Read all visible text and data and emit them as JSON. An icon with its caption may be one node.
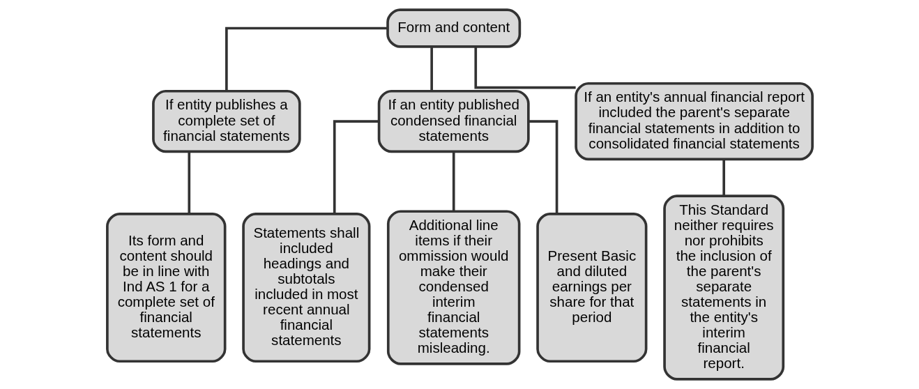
{
  "diagram": {
    "nodes": [
      {
        "text": [
          "Form and content"
        ]
      },
      {
        "text": [
          "If entity publishes a complete set of financial statements"
        ]
      },
      {
        "text": [
          "If an entity published condensed financial statements"
        ]
      },
      {
        "text": [
          "If an entity's annual financial report included the parent's separate financial statements in addition to consolidated financial statements"
        ]
      },
      {
        "text": [
          "Its form and content should be in line with Ind AS 1 for a complete set of financial statements"
        ]
      },
      {
        "text": [
          "Statements shall included headings and subtotals included in most recent annual financial statements"
        ]
      },
      {
        "text": [
          "Additional line items if their ommission would make their condensed interim financial statements misleading."
        ]
      },
      {
        "text": [
          "Present Basic and diluted earnings per share for that period"
        ]
      },
      {
        "text": [
          "This Standard neither requires nor prohibits the inclusion of the parent's separate statements in the entity's interim financial report."
        ]
      }
    ],
    "edges": [
      {
        "from": 0,
        "to": 1,
        "arrow": "none"
      },
      {
        "from": 0,
        "to": 2,
        "arrow": "none"
      },
      {
        "from": 0,
        "to": 3,
        "arrow": "none"
      },
      {
        "from": 1,
        "to": 4,
        "arrow": "none"
      },
      {
        "from": 2,
        "to": 5,
        "arrow": "none"
      },
      {
        "from": 2,
        "to": 6,
        "arrow": "none"
      },
      {
        "from": 2,
        "to": 7,
        "arrow": "none"
      },
      {
        "from": 3,
        "to": 8,
        "arrow": "none"
      }
    ]
  }
}
